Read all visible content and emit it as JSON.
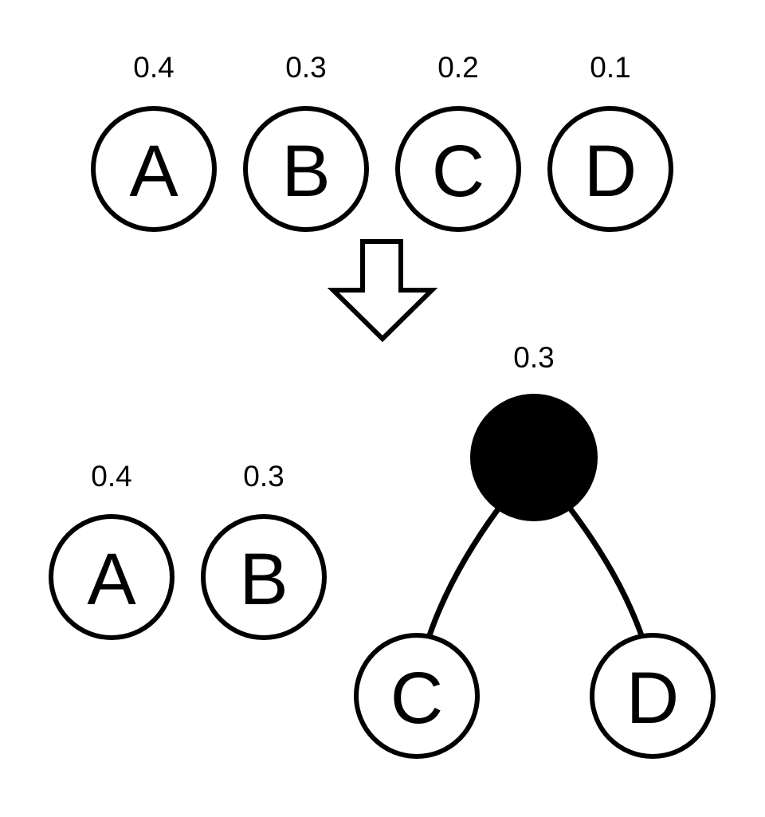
{
  "top_row": {
    "nodes": [
      {
        "label": "A",
        "probability": "0.4"
      },
      {
        "label": "B",
        "probability": "0.3"
      },
      {
        "label": "C",
        "probability": "0.2"
      },
      {
        "label": "D",
        "probability": "0.1"
      }
    ]
  },
  "bottom": {
    "nodes": [
      {
        "label": "A",
        "probability": "0.4"
      },
      {
        "label": "B",
        "probability": "0.3"
      }
    ],
    "merged": {
      "probability": "0.3",
      "fill_color": "#000000",
      "children": [
        {
          "label": "C"
        },
        {
          "label": "D"
        }
      ]
    }
  },
  "colors": {
    "stroke": "#000000",
    "background": "#ffffff"
  }
}
